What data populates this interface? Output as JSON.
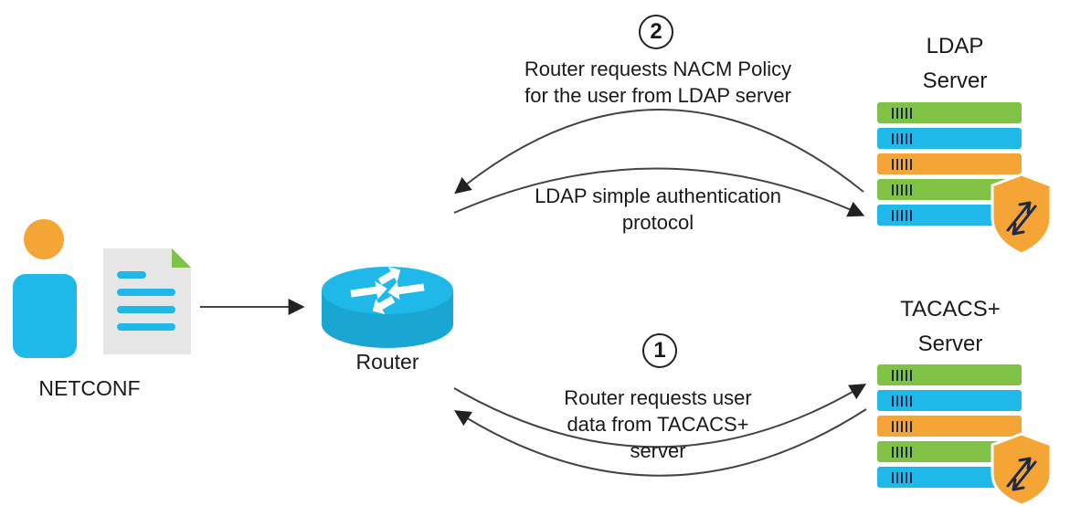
{
  "netconf": {
    "label": "NETCONF"
  },
  "router": {
    "label": "Router"
  },
  "ldap": {
    "title_line1": "LDAP",
    "title_line2": "Server",
    "rack_colors": [
      "#7fc245",
      "#1eb9e8",
      "#f4a535",
      "#7fc245",
      "#1eb9e8"
    ]
  },
  "tacacs": {
    "title_line1": "TACACS+",
    "title_line2": "Server",
    "rack_colors": [
      "#7fc245",
      "#1eb9e8",
      "#f4a535",
      "#7fc245",
      "#1eb9e8"
    ]
  },
  "step2": {
    "number": "2",
    "line1": "Router requests NACM Policy",
    "line2": "for the user from LDAP server"
  },
  "ldap_auth": {
    "line1": "LDAP simple authentication",
    "line2": "protocol"
  },
  "step1": {
    "number": "1",
    "line1": "Router requests user",
    "line2": "data from TACACS+",
    "line3": "server"
  },
  "colors": {
    "person_head": "#f4a535",
    "person_body": "#1eb9e8",
    "doc_bg": "#e6e6e6",
    "doc_fold": "#7fc245",
    "router": "#1eb9e8",
    "shield": "#f4a535"
  }
}
